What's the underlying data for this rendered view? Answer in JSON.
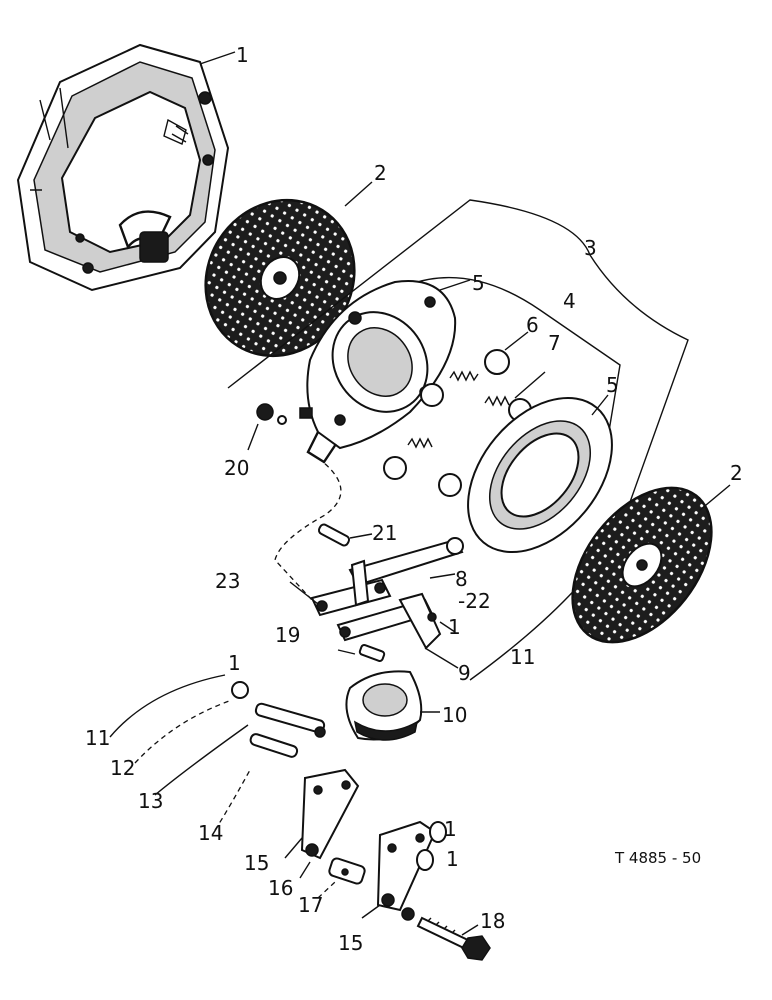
{
  "drawing_reference": "T 4885 - 50",
  "callouts": {
    "c1_top": "1",
    "c2_top": "2",
    "c3": "3",
    "c4": "4",
    "c5_upper": "5",
    "c5_lower": "5",
    "c6": "6",
    "c7": "7",
    "c2_right": "2",
    "c20": "20",
    "c21": "21",
    "c23": "23",
    "c8": "8",
    "c22": "-22",
    "c1_mid": "1",
    "c11_right": "11",
    "c19": "19",
    "c9": "9",
    "c1_left": "1",
    "c11_left": "11",
    "c12": "12",
    "c13": "13",
    "c10": "10",
    "c14": "14",
    "c15_left": "15",
    "c16": "16",
    "c17": "17",
    "c1_low_a": "1",
    "c1_low_b": "1",
    "c18": "18",
    "c15_bottom": "15"
  }
}
